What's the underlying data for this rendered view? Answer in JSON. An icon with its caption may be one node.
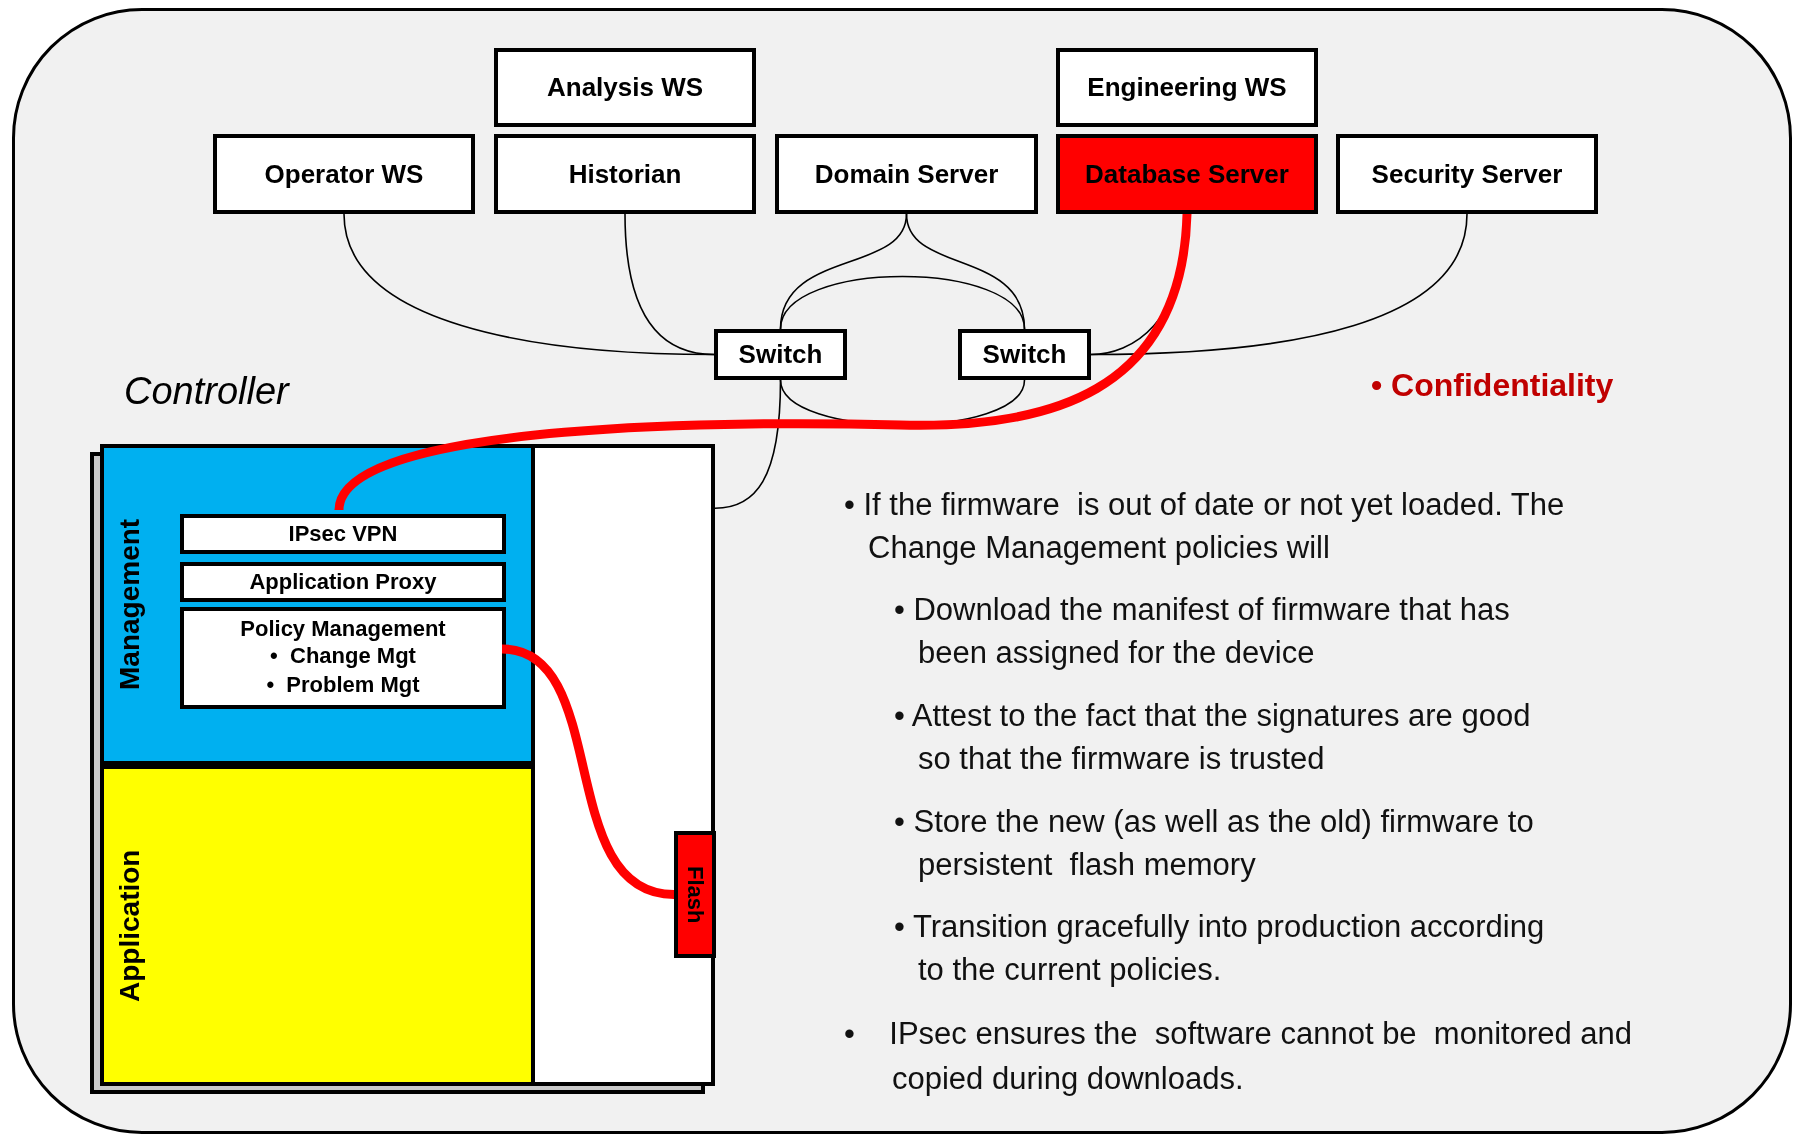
{
  "diagram": {
    "nodes": [
      {
        "text": [
          "Analysis WS"
        ]
      },
      {
        "text": [
          "Engineering WS"
        ]
      },
      {
        "text": [
          "Operator WS"
        ]
      },
      {
        "text": [
          "Historian"
        ]
      },
      {
        "text": [
          "Domain Server"
        ]
      },
      {
        "text": [
          "Database Server"
        ]
      },
      {
        "text": [
          "Security Server"
        ]
      },
      {
        "text": [
          "Switch"
        ]
      },
      {
        "text": [
          "Switch"
        ]
      },
      {
        "text": [
          "Controller"
        ]
      },
      {
        "text": [
          "Management"
        ],
        "in": 9
      },
      {
        "text": [
          "IPsec VPN"
        ],
        "in": 10
      },
      {
        "text": [
          "Application Proxy"
        ],
        "in": 10
      },
      {
        "text": [
          "Policy Management",
          "•  Change Mgt",
          "•  Problem Mgt"
        ],
        "in": 10
      },
      {
        "text": [
          "Application"
        ],
        "in": 9
      },
      {
        "text": [
          "Flash"
        ],
        "in": 9
      }
    ],
    "edges": [
      {
        "from": 2,
        "to": 7,
        "arrow": "none"
      },
      {
        "from": 3,
        "to": 7,
        "arrow": "none"
      },
      {
        "from": 4,
        "to": 7,
        "arrow": "none"
      },
      {
        "from": 4,
        "to": 8,
        "arrow": "none"
      },
      {
        "from": 7,
        "to": 8,
        "arrow": "none"
      },
      {
        "from": 7,
        "to": 8,
        "arrow": "none"
      },
      {
        "from": 5,
        "to": 8,
        "arrow": "none"
      },
      {
        "from": 6,
        "to": 8,
        "arrow": "none"
      },
      {
        "from": 7,
        "to": 9,
        "arrow": "none"
      },
      {
        "from": 5,
        "to": 11,
        "arrow": "none",
        "style": "thick",
        "color": "#ff0000"
      },
      {
        "from": 13,
        "to": 15,
        "arrow": "none",
        "style": "thick",
        "color": "#ff0000"
      }
    ],
    "labels": [
      "• Confidentiality",
      "• If the firmware  is out of date or not yet loaded. The Change Management policies will",
      "• Download the manifest of firmware that has been assigned for the device",
      "• Attest to the fact that the signatures are good so that the firmware is trusted",
      "• Store the new (as well as the old) firmware to persistent  flash memory",
      "• Transition gracefully into production according to the current policies.",
      "•    IPsec ensures the  software cannot be  monitored and copied during downloads."
    ]
  }
}
